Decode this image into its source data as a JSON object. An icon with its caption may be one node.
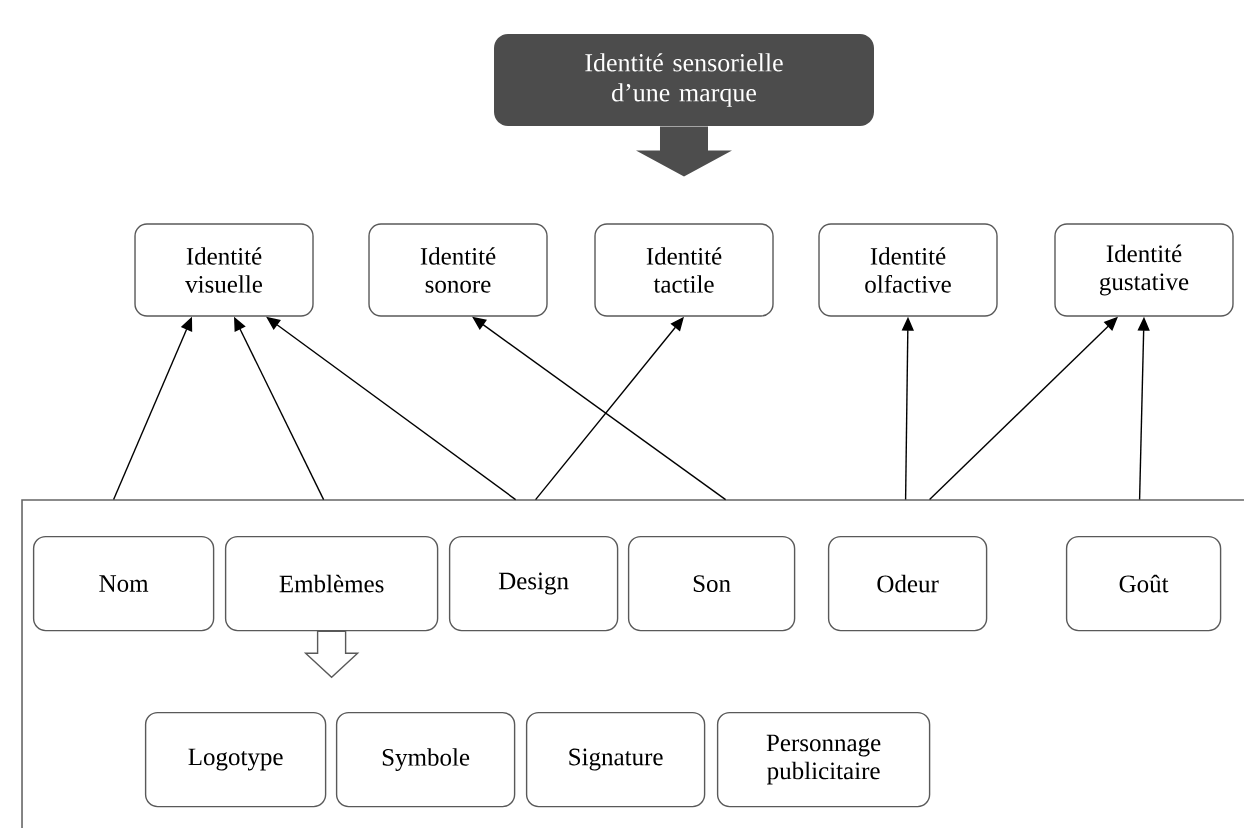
{
  "diagram": {
    "nodes": [
      {
        "text": [
          "Identité sensorielle d’une marque"
        ]
      },
      {
        "text": [
          "Identité visuelle"
        ]
      },
      {
        "text": [
          "Identité sonore"
        ]
      },
      {
        "text": [
          "Identité tactile"
        ]
      },
      {
        "text": [
          "Identité olfactive"
        ]
      },
      {
        "text": [
          "Identité gustative"
        ]
      },
      {
        "text": [],
        "shape": "box"
      },
      {
        "text": [
          "Nom"
        ],
        "in": 6
      },
      {
        "text": [
          "Emblèmes"
        ],
        "in": 6
      },
      {
        "text": [
          "Design"
        ],
        "in": 6
      },
      {
        "text": [
          "Son"
        ],
        "in": 6
      },
      {
        "text": [
          "Odeur"
        ],
        "in": 6
      },
      {
        "text": [
          "Goût"
        ],
        "in": 6
      },
      {
        "text": [
          "Logotype"
        ],
        "in": 6
      },
      {
        "text": [
          "Symbole"
        ],
        "in": 6
      },
      {
        "text": [
          "Signature"
        ],
        "in": 6
      },
      {
        "text": [
          "Personnage publicitaire"
        ],
        "in": 6
      }
    ],
    "edges": [
      {
        "from": 0,
        "to": null,
        "arrow": "to",
        "color": "#4d4d4d"
      },
      {
        "from": 7,
        "to": 1,
        "arrow": "to"
      },
      {
        "from": 8,
        "to": 1,
        "arrow": "to"
      },
      {
        "from": 9,
        "to": 1,
        "arrow": "to"
      },
      {
        "from": 9,
        "to": 3,
        "arrow": "to"
      },
      {
        "from": 10,
        "to": 2,
        "arrow": "to"
      },
      {
        "from": 11,
        "to": 4,
        "arrow": "to"
      },
      {
        "from": 11,
        "to": 5,
        "arrow": "to"
      },
      {
        "from": 12,
        "to": 5,
        "arrow": "to"
      },
      {
        "from": 8,
        "to": null,
        "arrow": "to"
      }
    ]
  }
}
